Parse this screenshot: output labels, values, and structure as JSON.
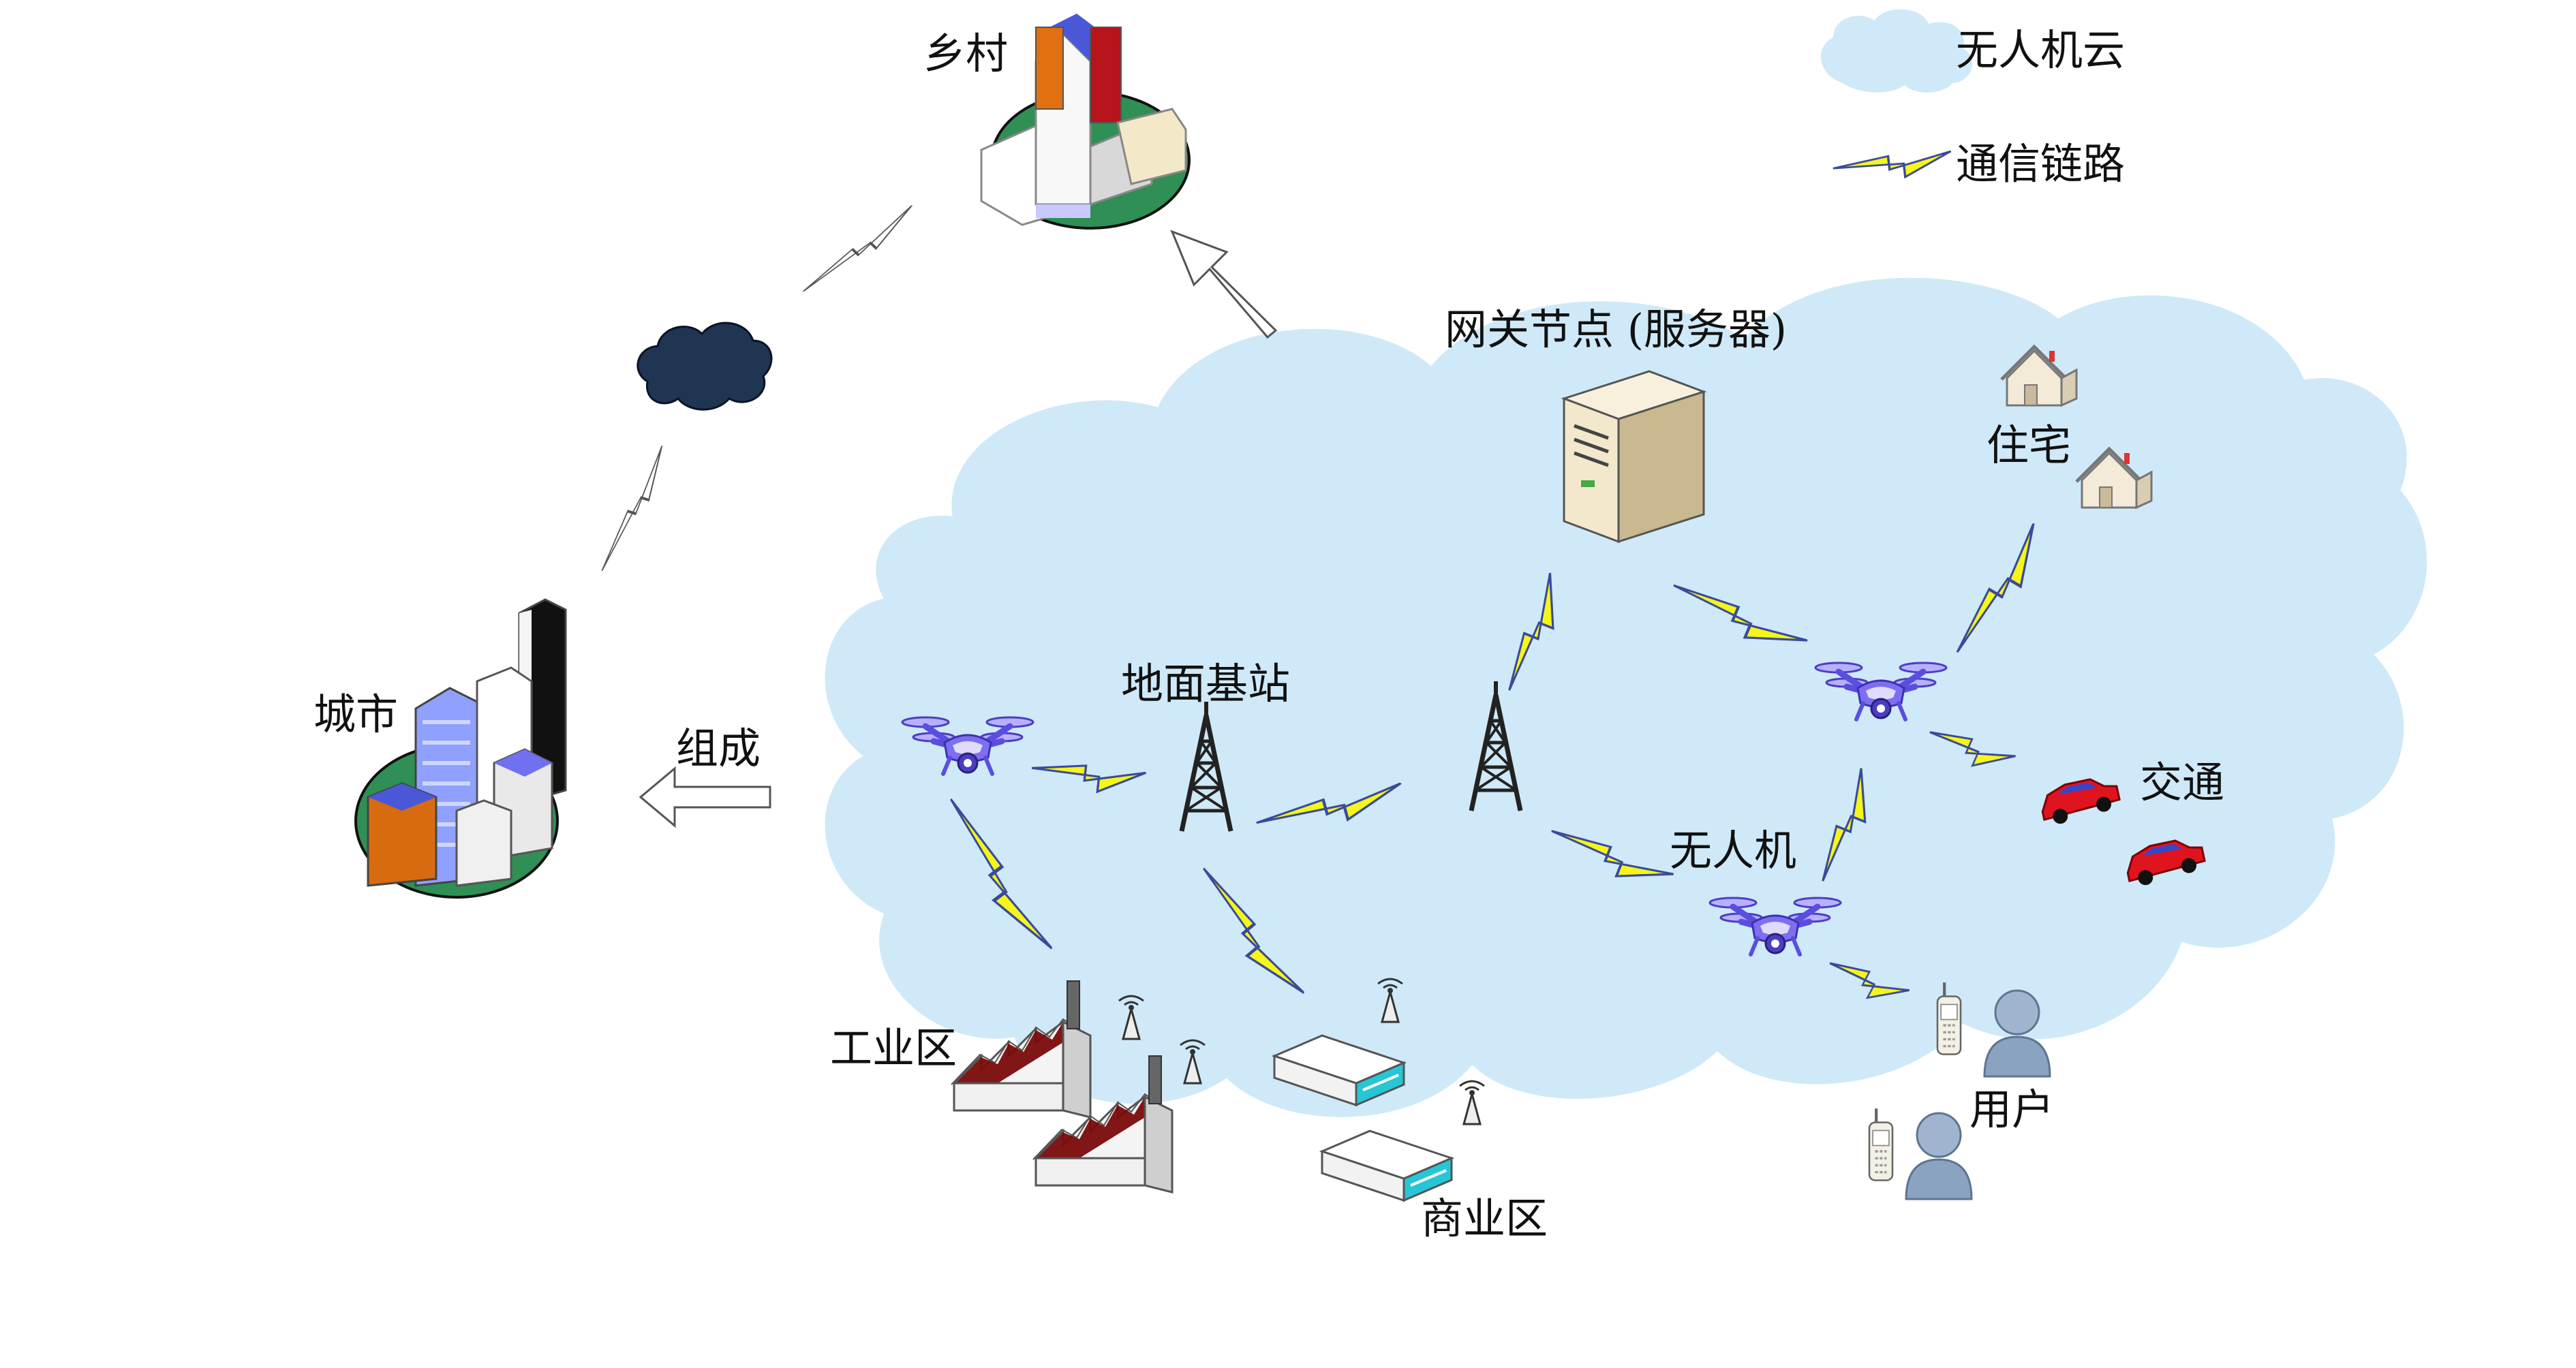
{
  "legend": {
    "cloud_label": "无人机云",
    "link_label": "通信链路"
  },
  "nodes": {
    "village": "乡村",
    "city": "城市",
    "compose": "组成",
    "gateway": "网关节点 (服务器)",
    "ground_station": "地面基站",
    "residential": "住宅",
    "traffic": "交通",
    "uav": "无人机",
    "industrial": "工业区",
    "commercial": "商业区",
    "users": "用户"
  },
  "colors": {
    "cloud_fill": "#cfe9f8",
    "lightning_fill": "#f5f51a",
    "lightning_stroke": "#3a4a9a",
    "drone": "#7d6ff0",
    "factory_roof": "#7a0a0a",
    "car": "#e0141e",
    "ground_green": "#2f8f55",
    "dark_cloud": "#1f3552",
    "router_accent": "#27c6d6"
  },
  "icons": [
    "cloud-icon",
    "lightning-icon",
    "village-icon",
    "city-icon",
    "server-icon",
    "tower-icon",
    "drone-icon",
    "house-icon",
    "car-icon",
    "factory-icon",
    "antenna-icon",
    "router-icon",
    "phone-icon",
    "person-icon",
    "arrow-icon"
  ]
}
